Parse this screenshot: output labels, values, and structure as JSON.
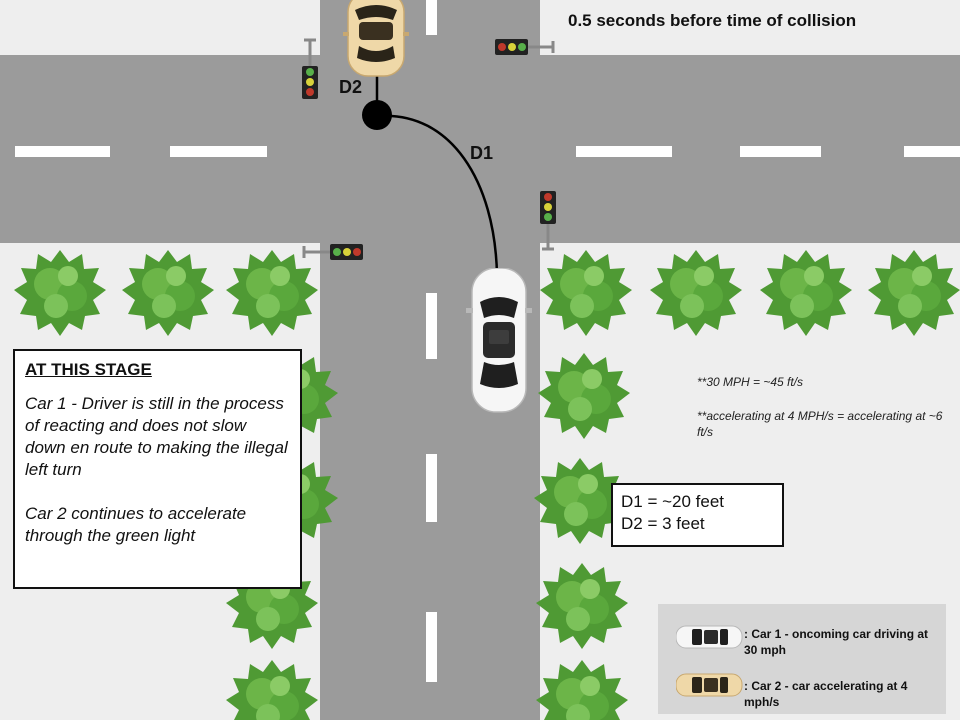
{
  "headline": "0.5 seconds before time of collision",
  "labels": {
    "d1": "D1",
    "d2": "D2"
  },
  "stage_box": {
    "heading": "AT THIS STAGE",
    "para1": "Car 1 - Driver is still in the process of reacting and does not slow down en route to making the illegal left turn",
    "para2": "Car 2 continues to accelerate through the green light"
  },
  "notes": {
    "speed": "**30 MPH = ~45 ft/s",
    "accel": "**accelerating at 4 MPH/s = accelerating at ~6 ft/s"
  },
  "distances": {
    "d1": "D1 = ~20 feet",
    "d2": "D2 = 3 feet"
  },
  "legend": {
    "car1": ": Car 1 - oncoming car driving at 30 mph",
    "car2": ": Car 2 - car accelerating at 4 mph/s"
  },
  "colors": {
    "road": "#9b9b9b",
    "sidewalk": "#eeeeee",
    "car1": "#f4f4f4",
    "car2": "#efd8a8",
    "light_red": "#c0392b",
    "light_yellow": "#d8d23a",
    "light_green": "#58b04a",
    "bush": "#4f9a34"
  },
  "icons": [
    "traffic-light-icon",
    "bush-icon",
    "white-car-icon",
    "tan-car-icon",
    "collision-point-icon"
  ]
}
